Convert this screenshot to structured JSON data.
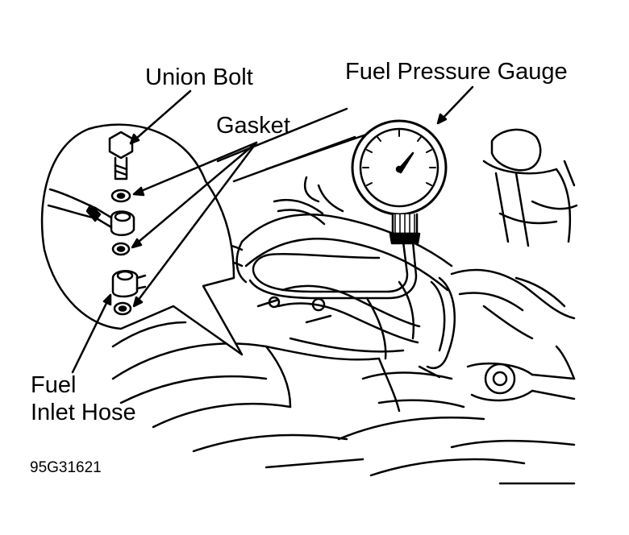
{
  "labels": {
    "union_bolt": "Union Bolt",
    "gasket": "Gasket",
    "fuel_pressure_gauge": "Fuel Pressure Gauge",
    "fuel_inlet_hose_line1": "Fuel",
    "fuel_inlet_hose_line2": "Inlet Hose"
  },
  "figure_code": "95G31621",
  "colors": {
    "ink": "#000000",
    "paper": "#ffffff"
  }
}
